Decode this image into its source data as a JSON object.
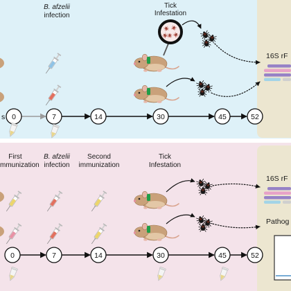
{
  "colors": {
    "top_background": "#def1f8",
    "bottom_background": "#f4e3ea",
    "results_background": "#ece6d0",
    "mouse_fur": "#c9a17a",
    "collar": "#1f9e48",
    "dish_tick": "#b5574f",
    "syringe_blue": "#8fc3e6",
    "syringe_red": "#e2705f",
    "syringe_yellow": "#ecd56b",
    "syringe_pink": "#e892a6",
    "tube_liquid": "#e8d68c",
    "read_purple": "#9682c6",
    "read_pink": "#e7a2c8",
    "read_blue": "#a3d4e7",
    "read_gray": "#cfcfcf",
    "chart_line": "#4a90c8"
  },
  "top_panel": {
    "infection": {
      "species": "B. afzelii",
      "text": "infection"
    },
    "tick_infestation": {
      "line1": "Tick",
      "line2": "Infestation"
    },
    "timeline": {
      "axis_fragment": "s",
      "days": [
        "0",
        "7",
        "14",
        "30",
        "45",
        "52"
      ]
    },
    "sequencing_label": "16S rF"
  },
  "bottom_panel": {
    "first_immunization": {
      "line1": "First",
      "line2": "mmunization"
    },
    "infection": {
      "species": "B. afzelii",
      "text": "infection"
    },
    "second_immunization": {
      "line1": "Second",
      "line2": "immunization"
    },
    "tick_infestation": {
      "line1": "Tick",
      "line2": "Infestation"
    },
    "timeline": {
      "days": [
        "0",
        "7",
        "14",
        "30",
        "45",
        "52"
      ]
    },
    "sequencing_label": "16S rF",
    "pathogen_label": "Pathog"
  }
}
